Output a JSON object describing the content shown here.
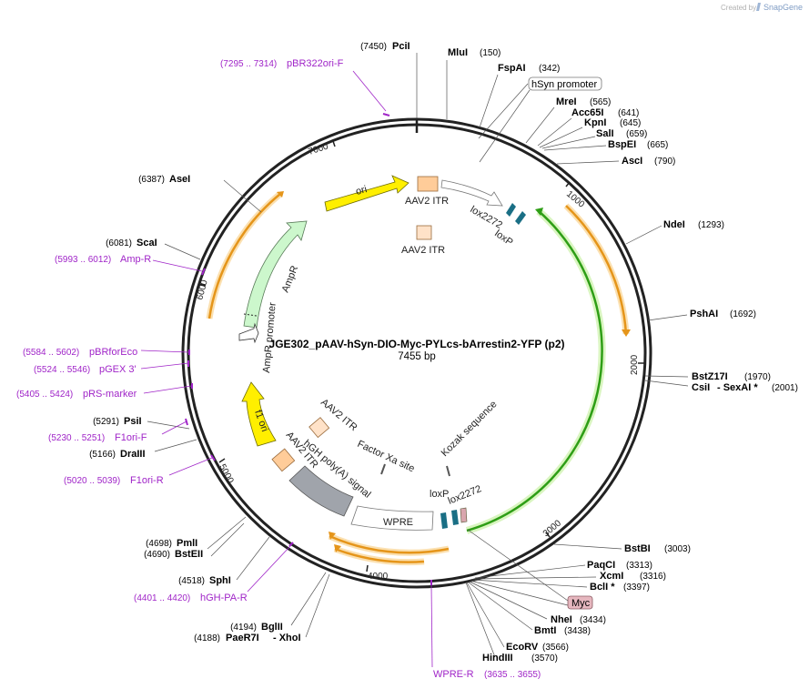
{
  "credit": {
    "prefix": "Created by",
    "brand": "SnapGene"
  },
  "plasmid": {
    "name": "JGE302_pAAV-hSyn-DIO-Myc-PYLcs-bArrestin2-YFP (p2)",
    "length_label": "7455 bp"
  },
  "colors": {
    "backbone": "#222222",
    "primer": "#a025c8",
    "orange_feature": "#f5a623",
    "green_feature": "#2e9e16",
    "yellow_feature": "#ffef00",
    "ampr": "#ccf7cc",
    "itr": "#ffcc99",
    "polya": "#a0a4ab",
    "lox": "#1a6f85",
    "myc": "#d9a6ae"
  },
  "tick_labels": [
    "1000",
    "2000",
    "3000",
    "4000",
    "5000",
    "6000",
    "7000"
  ],
  "enzymes_right": [
    {
      "name": "MluI",
      "pos": "(150)"
    },
    {
      "name": "FspAI",
      "pos": "(342)"
    },
    {
      "name": "MreI",
      "pos": "(565)"
    },
    {
      "name": "Acc65I",
      "pos": "(641)"
    },
    {
      "name": "KpnI",
      "pos": "(645)"
    },
    {
      "name": "SalI",
      "pos": "(659)"
    },
    {
      "name": "BspEI",
      "pos": "(665)"
    },
    {
      "name": "AscI",
      "pos": "(790)"
    },
    {
      "name": "NdeI",
      "pos": "(1293)"
    },
    {
      "name": "PshAI",
      "pos": "(1692)"
    },
    {
      "name": "BstZ17I",
      "pos": "(1970)"
    },
    {
      "name": "CsiI",
      "extra": "- SexAI *",
      "pos": "(2001)"
    },
    {
      "name": "BstBI",
      "pos": "(3003)"
    },
    {
      "name": "PaqCI",
      "pos": "(3313)"
    },
    {
      "name": "XcmI",
      "pos": "(3316)"
    },
    {
      "name": "BclI *",
      "pos": "(3397)"
    },
    {
      "name": "NheI",
      "pos": "(3434)"
    },
    {
      "name": "BmtI",
      "pos": "(3438)"
    },
    {
      "name": "EcoRV",
      "pos": "(3566)"
    },
    {
      "name": "HindIII",
      "pos": "(3570)"
    }
  ],
  "enzymes_left": [
    {
      "name": "PciI",
      "pos": "(7450)"
    },
    {
      "name": "AseI",
      "pos": "(6387)"
    },
    {
      "name": "ScaI",
      "pos": "(6081)"
    },
    {
      "name": "PsiI",
      "pos": "(5291)"
    },
    {
      "name": "DraIII",
      "pos": "(5166)"
    },
    {
      "name": "PmlI",
      "pos": "(4698)"
    },
    {
      "name": "BstEII",
      "pos": "(4690)"
    },
    {
      "name": "SphI",
      "pos": "(4518)"
    },
    {
      "name": "BglII",
      "pos": "(4194)"
    },
    {
      "name": "PaeR7I",
      "extra": "- XhoI",
      "pos": "(4188)"
    }
  ],
  "primers": [
    {
      "name": "pBR322ori-F",
      "range": "(7295 .. 7314)"
    },
    {
      "name": "Amp-R",
      "range": "(5993 .. 6012)"
    },
    {
      "name": "pBRforEco",
      "range": "(5584 .. 5602)"
    },
    {
      "name": "pGEX 3'",
      "range": "(5524 .. 5546)"
    },
    {
      "name": "pRS-marker",
      "range": "(5405 .. 5424)"
    },
    {
      "name": "F1ori-F",
      "range": "(5230 .. 5251)"
    },
    {
      "name": "F1ori-R",
      "range": "(5020 .. 5039)"
    },
    {
      "name": "hGH-PA-R",
      "range": "(4401 .. 4420)"
    },
    {
      "name": "WPRE-R",
      "range": "(3635 .. 3655)"
    }
  ],
  "features": {
    "hsyn_promoter": "hSyn promoter",
    "myc": "Myc",
    "ori": "ori",
    "aav2_itr": "AAV2 ITR",
    "lox2272": "lox2272",
    "loxp": "loxP",
    "ampr": "AmpR",
    "ampr_promoter": "AmpR promoter",
    "f1_ori": "f1 ori",
    "hgh_polya": "hGH poly(A) signal",
    "factor_xa": "Factor Xa site",
    "kozak": "Kozak sequence",
    "wpre": "WPRE"
  }
}
